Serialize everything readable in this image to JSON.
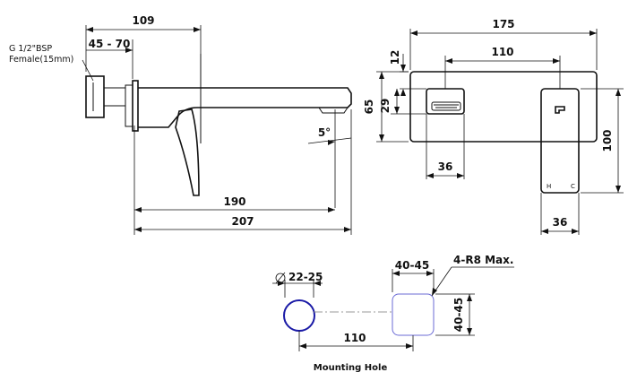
{
  "side_view": {
    "dim_overall_projection": "109",
    "dim_wall_depth": "45 - 70",
    "thread_note_line1": "G 1/2\"BSP",
    "thread_note_line2": "Female(15mm)",
    "dim_angle": "5°",
    "dim_spout_to_outlet": "190",
    "dim_total_length": "207"
  },
  "front_view": {
    "dim_plate_width": "175",
    "dim_hole_spacing": "110",
    "dim_top_offset": "12",
    "dim_plate_height": "65",
    "dim_outlet_height": "29",
    "dim_outlet_width": "36",
    "dim_handle_height": "100",
    "dim_handle_width": "36",
    "handle_mark_hot": "H",
    "handle_mark_cold": "C"
  },
  "mounting": {
    "dim_hole_diameter": "22-25",
    "dim_cutout_width": "40-45",
    "dim_corner_radius": "4-R8 Max.",
    "dim_cutout_height": "40-45",
    "dim_center_distance": "110",
    "caption": "Mounting Hole",
    "hole_color": "#1a1aa6",
    "cutout_color": "#6b6bd6"
  }
}
